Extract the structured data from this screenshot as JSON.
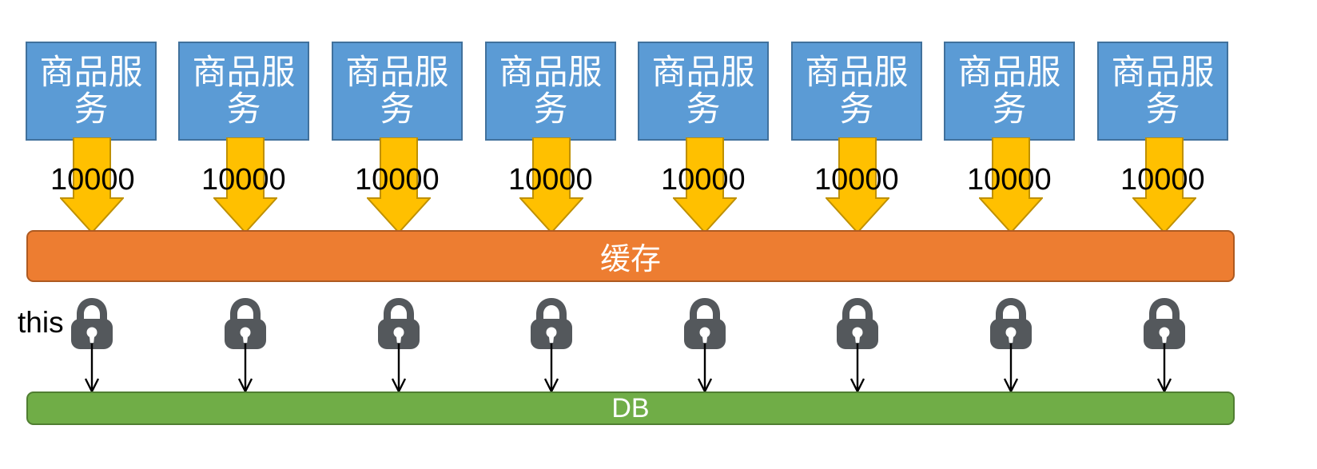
{
  "diagram": {
    "title_text": "",
    "columns": [
      {
        "service_label": "商品服务",
        "flow_label": "10000",
        "lock_icon": "lock-icon"
      },
      {
        "service_label": "商品服务",
        "flow_label": "10000",
        "lock_icon": "lock-icon"
      },
      {
        "service_label": "商品服务",
        "flow_label": "10000",
        "lock_icon": "lock-icon"
      },
      {
        "service_label": "商品服务",
        "flow_label": "10000",
        "lock_icon": "lock-icon"
      },
      {
        "service_label": "商品服务",
        "flow_label": "10000",
        "lock_icon": "lock-icon"
      },
      {
        "service_label": "商品服务",
        "flow_label": "10000",
        "lock_icon": "lock-icon"
      },
      {
        "service_label": "商品服务",
        "flow_label": "10000",
        "lock_icon": "lock-icon"
      },
      {
        "service_label": "商品服务",
        "flow_label": "10000",
        "lock_icon": "lock-icon"
      }
    ],
    "cache_bar": {
      "label": "缓存"
    },
    "db_bar": {
      "label": "DB"
    },
    "annotation": {
      "text": "this"
    },
    "colors": {
      "service_fill": "#5B9BD5",
      "service_border": "#41719C",
      "arrow_fill": "#FFC000",
      "arrow_border": "#BF9000",
      "cache_fill": "#ED7D31",
      "cache_border": "#AE5A21",
      "db_fill": "#70AD47",
      "db_border": "#507E32",
      "lock_fill": "#54585C",
      "text_dark": "#000000",
      "text_light": "#FFFFFF"
    }
  }
}
